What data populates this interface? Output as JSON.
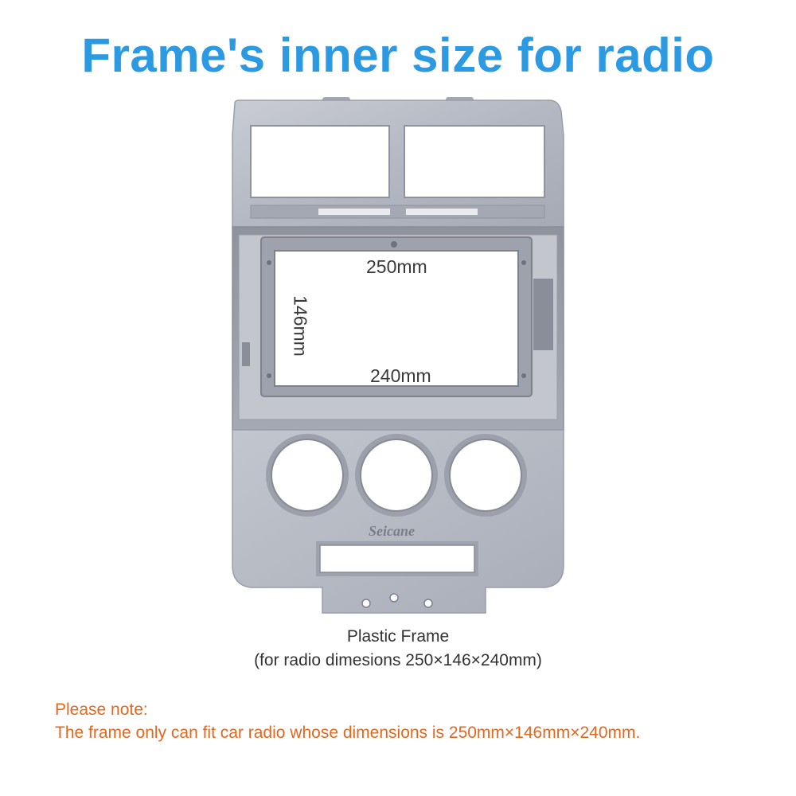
{
  "headline": "Frame's inner size for radio",
  "dimensions": {
    "width_top": "250mm",
    "height": "146mm",
    "width_bottom": "240mm"
  },
  "brand": "Seicane",
  "caption": {
    "title": "Plastic Frame",
    "subtitle": "(for radio dimesions 250×146×240mm)"
  },
  "note": {
    "heading": "Please note:",
    "body": "The frame only can fit car radio whose dimensions is 250mm×146mm×240mm."
  },
  "colors": {
    "headline": "#2b9ae3",
    "note": "#e2681f",
    "frame": "#b8bcc6"
  }
}
